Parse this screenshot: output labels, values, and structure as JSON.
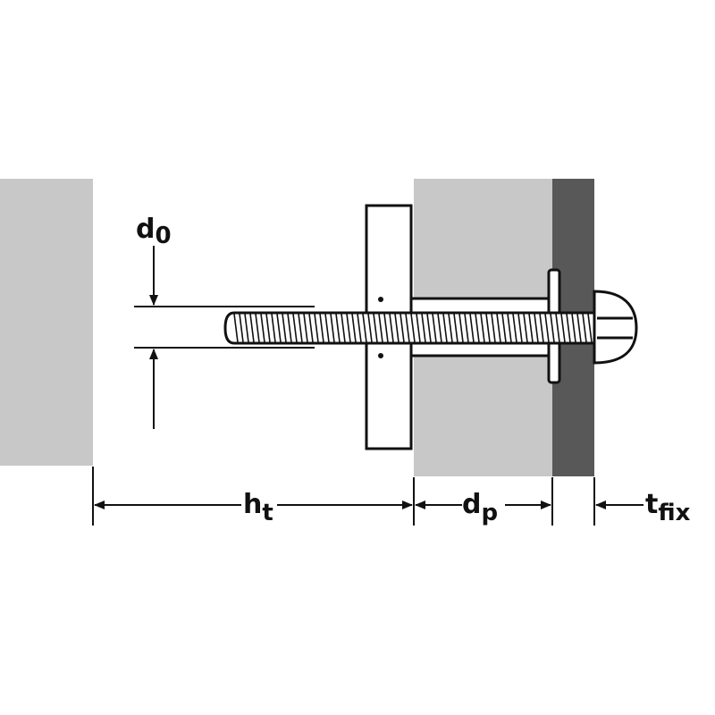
{
  "labels": {
    "d0": {
      "main": "d",
      "sub": "0"
    },
    "ht": {
      "main": "h",
      "sub": "t"
    },
    "dp": {
      "main": "d",
      "sub": "p"
    },
    "tfix": {
      "main": "t",
      "sub": "fix"
    }
  },
  "colors": {
    "wall_light": "#c8c8c8",
    "wall_dark": "#585858",
    "line": "#111111",
    "part_fill": "#ffffff"
  }
}
